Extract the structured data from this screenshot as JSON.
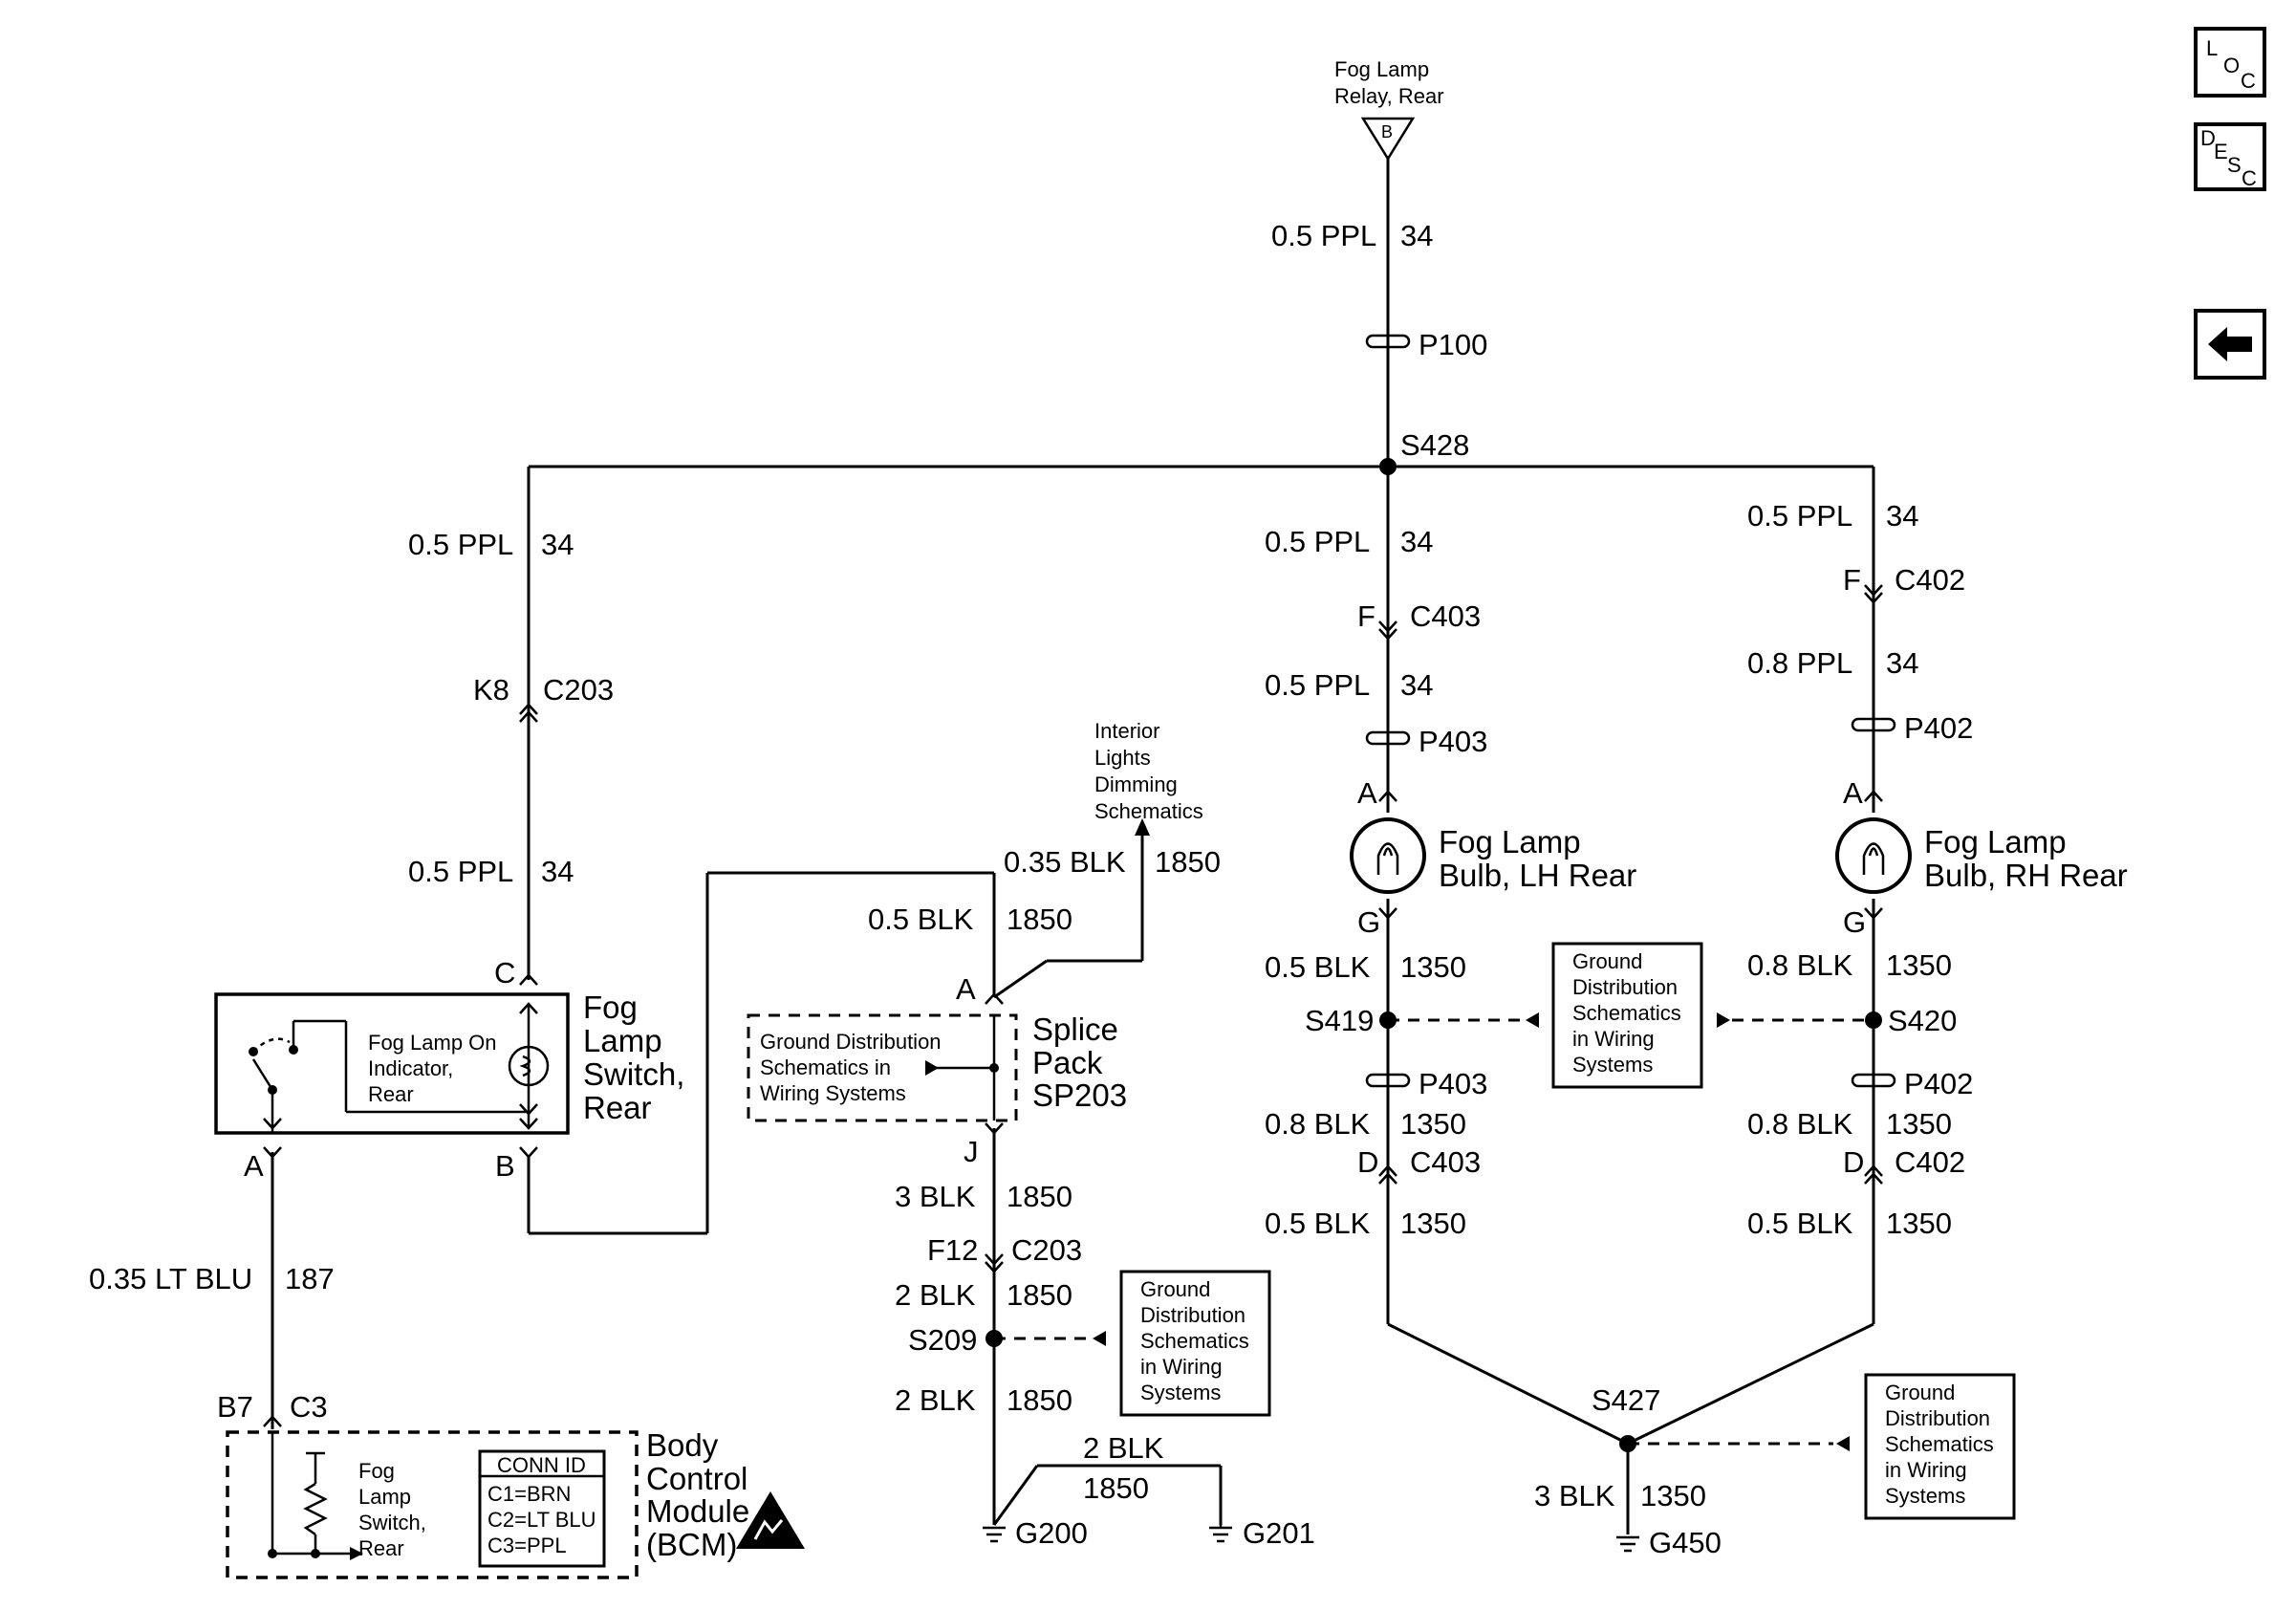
{
  "nav": {
    "loc": {
      "a": "L",
      "b": "O",
      "c": "C"
    },
    "desc": {
      "a": "D",
      "b": "E",
      "c": "S",
      "d": "C"
    }
  },
  "relay": {
    "line1": "Fog Lamp",
    "line2": "Relay, Rear",
    "terminal": "B"
  },
  "wires": {
    "top_ppl": "0.5 PPL",
    "top_ppl_circ": "34",
    "left_ppl": "0.5 PPL",
    "left_ppl_circ": "34",
    "left_ppl2": "0.5 PPL",
    "left_ppl2_circ": "34",
    "mid_ppl": "0.5 PPL",
    "mid_ppl_circ": "34",
    "mid_ppl2": "0.5 PPL",
    "mid_ppl2_circ": "34",
    "right_ppl": "0.5 PPL",
    "right_ppl_circ": "34",
    "right_ppl2": "0.8 PPL",
    "right_ppl2_circ": "34",
    "lt_blu": "0.35 LT BLU",
    "lt_blu_circ": "187",
    "blk035": "0.35 BLK",
    "blk035_circ": "1850",
    "blk05_a": "0.5 BLK",
    "blk05_a_circ": "1850",
    "blk3_a": "3 BLK",
    "blk3_a_circ": "1850",
    "blk2_a": "2 BLK",
    "blk2_a_circ": "1850",
    "blk2_b": "2 BLK",
    "blk2_b_circ": "1850",
    "blk2_c": "2 BLK",
    "blk2_c_circ": "1850",
    "lh_blk1": "0.5 BLK",
    "lh_blk1_circ": "1350",
    "lh_blk2": "0.8 BLK",
    "lh_blk2_circ": "1350",
    "lh_blk3": "0.5 BLK",
    "lh_blk3_circ": "1350",
    "rh_blk1": "0.8 BLK",
    "rh_blk1_circ": "1350",
    "rh_blk2": "0.8 BLK",
    "rh_blk2_circ": "1350",
    "rh_blk3": "0.5 BLK",
    "rh_blk3_circ": "1350",
    "g450_blk": "3 BLK",
    "g450_blk_circ": "1350"
  },
  "connectors": {
    "p100": "P100",
    "p403": "P403",
    "p403b": "P403",
    "p402": "P402",
    "p402b": "P402",
    "c203": "C203",
    "c203_pin": "K8",
    "c203b": "C203",
    "c203b_pin": "F12",
    "c403": "C403",
    "c403_pin": "F",
    "c403b": "C403",
    "c403b_pin": "D",
    "c402": "C402",
    "c402_pin": "F",
    "c402b": "C402",
    "c402b_pin": "D",
    "bcm_pin": "B7",
    "bcm_conn": "C3"
  },
  "splices": {
    "s428": "S428",
    "s419": "S419",
    "s420": "S420",
    "s209": "S209",
    "s427": "S427"
  },
  "grounds": {
    "g200": "G200",
    "g201": "G201",
    "g450": "G450"
  },
  "switch": {
    "title1": "Fog",
    "title2": "Lamp",
    "title3": "Switch,",
    "title4": "Rear",
    "ind1": "Fog Lamp On",
    "ind2": "Indicator,",
    "ind3": "Rear",
    "pin_c": "C",
    "pin_a": "A",
    "pin_b": "B"
  },
  "splice_pack": {
    "t1": "Splice",
    "t2": "Pack",
    "t3": "SP203",
    "g1": "Ground Distribution",
    "g2": "Schematics in",
    "g3": "Wiring Systems",
    "pin_a": "A",
    "pin_j": "J"
  },
  "interior": {
    "l1": "Interior",
    "l2": "Lights",
    "l3": "Dimming",
    "l4": "Schematics"
  },
  "lh_bulb": {
    "l1": "Fog Lamp",
    "l2": "Bulb, LH Rear",
    "pin_a": "A",
    "pin_g": "G"
  },
  "rh_bulb": {
    "l1": "Fog Lamp",
    "l2": "Bulb, RH Rear",
    "pin_a": "A",
    "pin_g": "G"
  },
  "gnd_box1": {
    "l1": "Ground",
    "l2": "Distribution",
    "l3": "Schematics",
    "l4": "in Wiring",
    "l5": "Systems"
  },
  "gnd_box2": {
    "l1": "Ground",
    "l2": "Distribution",
    "l3": "Schematics",
    "l4": "in Wiring",
    "l5": "Systems"
  },
  "gnd_box3": {
    "l1": "Ground",
    "l2": "Distribution",
    "l3": "Schematics",
    "l4": "in Wiring",
    "l5": "Systems"
  },
  "bcm": {
    "t1": "Body",
    "t2": "Control",
    "t3": "Module",
    "t4": "(BCM)",
    "sw1": "Fog",
    "sw2": "Lamp",
    "sw3": "Switch,",
    "sw4": "Rear",
    "conn_title": "CONN ID",
    "c1": "C1=BRN",
    "c2": "C2=LT BLU",
    "c3": "C3=PPL"
  }
}
